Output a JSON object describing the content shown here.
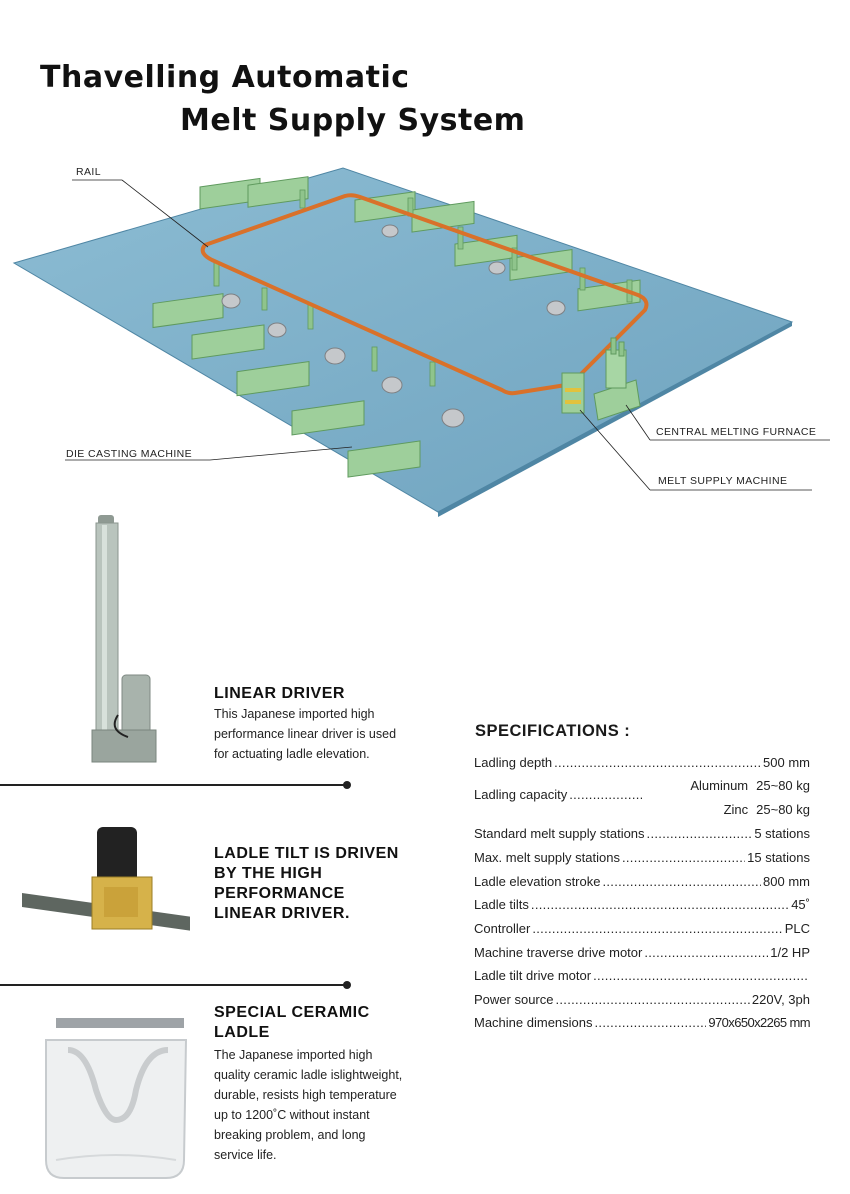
{
  "title": {
    "line1": "Thavelling Automatic",
    "line2": "Melt Supply System"
  },
  "diagram": {
    "callouts": {
      "rail": "RAIL",
      "die_casting": "DIE CASTING MACHINE",
      "central_furnace": "CENTRAL MELTING FURNACE",
      "melt_supply": "MELT SUPPLY MACHINE"
    },
    "colors": {
      "floor": "#7fb0c9",
      "floor_edge": "#4f86a4",
      "machine": "#9ecf9b",
      "machine_dark": "#6ba46a",
      "rail": "#d9712a",
      "ladle": "#b9bcbf"
    }
  },
  "features": [
    {
      "heading": "LINEAR DRIVER",
      "body": [
        "This Japanese imported high",
        "performance linear driver is used",
        "for actuating ladle elevation."
      ]
    },
    {
      "heading": [
        "LADLE TILT IS DRIVEN",
        "BY THE HIGH",
        "PERFORMANCE",
        "LINEAR DRIVER."
      ]
    },
    {
      "heading": [
        "SPECIAL CERAMIC",
        "LADLE"
      ],
      "body": [
        "The Japanese imported high",
        "quality ceramic ladle islightweight,",
        "durable, resists high temperature",
        "up to 1200˚C without instant",
        "breaking problem, and long",
        "service life."
      ]
    }
  ],
  "specifications": {
    "title": "SPECIFICATIONS :",
    "rows": [
      {
        "label": "Ladling depth",
        "value": "500 mm"
      },
      {
        "label": "Ladling capacity",
        "value": ""
      },
      {
        "label": "Aluminum",
        "value": "25~80 kg"
      },
      {
        "label": "Zinc",
        "value": "25~80 kg"
      },
      {
        "label": "Standard melt supply stations",
        "value": "5 stations"
      },
      {
        "label": "Max. melt supply stations",
        "value": "15 stations"
      },
      {
        "label": "Ladle elevation stroke",
        "value": "800 mm"
      },
      {
        "label": "Ladle tilts",
        "value": "45˚"
      },
      {
        "label": "Controller",
        "value": "PLC"
      },
      {
        "label": "Machine traverse drive motor",
        "value": "1/2 HP"
      },
      {
        "label": "Ladle tilt drive motor",
        "value": ""
      },
      {
        "label": "Power source",
        "value": "220V, 3ph"
      },
      {
        "label": "Machine dimensions",
        "value": "970x650x2265 mm"
      }
    ]
  }
}
